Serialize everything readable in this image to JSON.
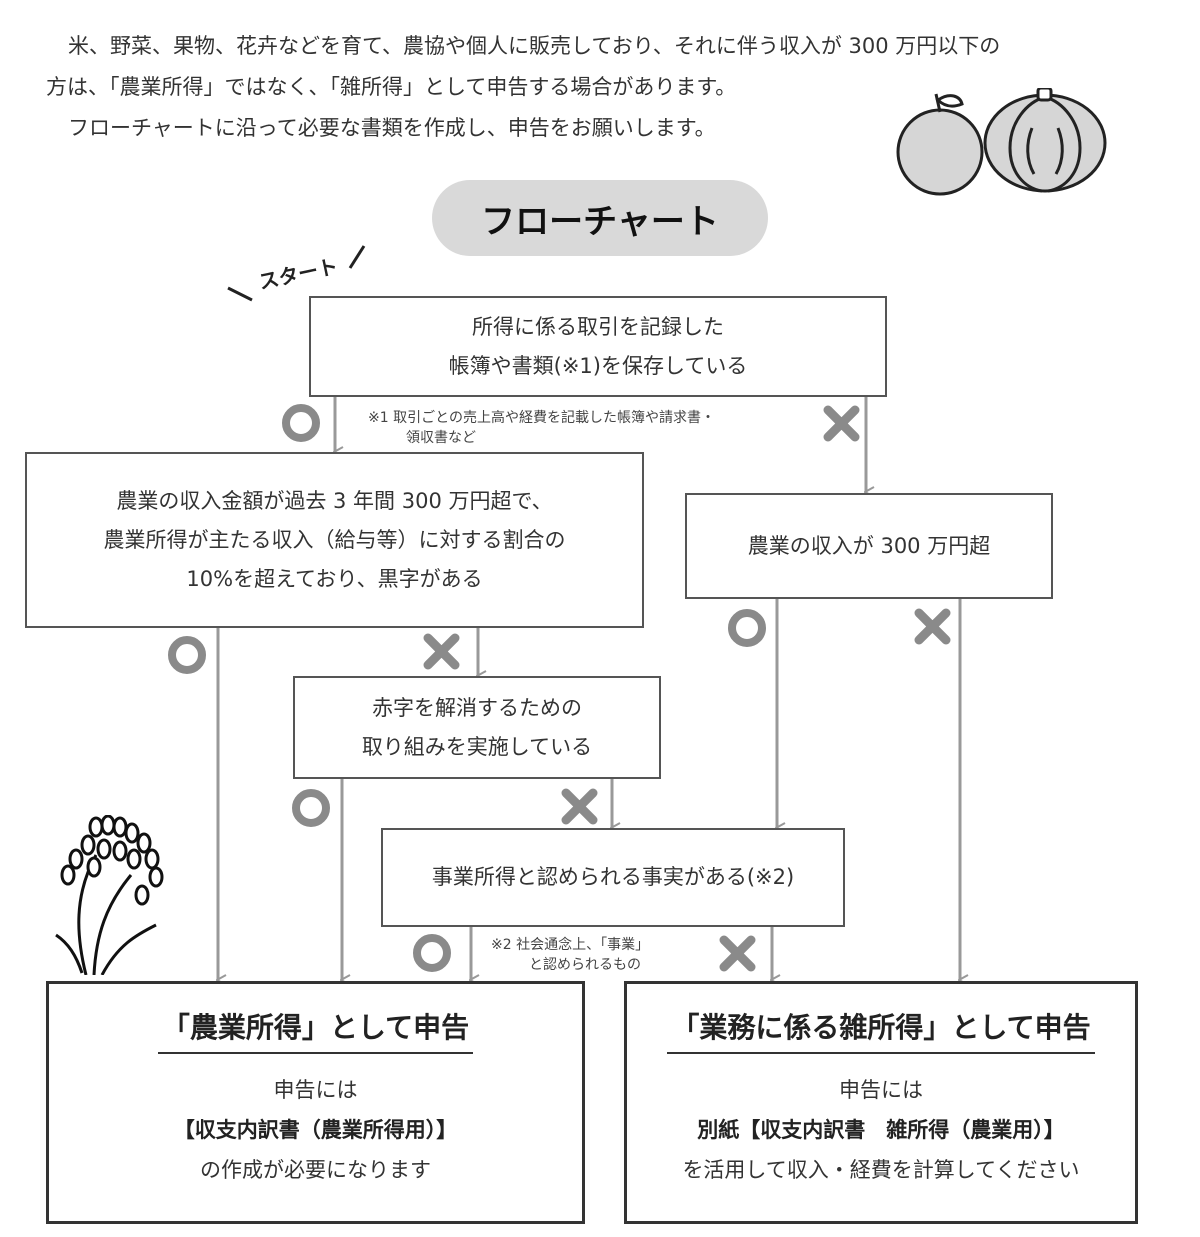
{
  "intro": {
    "line1": "米、野菜、果物、花卉などを育て、農協や個人に販売しており、それに伴う収入が 300 万円以下の",
    "line2": "方は、「農業所得」ではなく、「雑所得」として申告する場合があります。",
    "line3": "フローチャートに沿って必要な書類を作成し、申告をお願いします。"
  },
  "flowchart_title": "フローチャート",
  "start_label": "スタート",
  "marks": {
    "yes": "○",
    "no": "✕"
  },
  "nodes": {
    "q1": {
      "line1": "所得に係る取引を記録した",
      "line2": "帳簿や書類(※1)を保存している"
    },
    "note1": {
      "line1": "※1 取引ごとの売上高や経費を記載した帳簿や請求書・",
      "line2": "領収書など"
    },
    "q2": {
      "line1": "農業の収入金額が過去 3 年間 300 万円超で、",
      "line2": "農業所得が主たる収入（給与等）に対する割合の",
      "line3": "10%を超えており、黒字がある"
    },
    "q3": {
      "line1": "農業の収入が 300 万円超"
    },
    "q4": {
      "line1": "赤字を解消するための",
      "line2": "取り組みを実施している"
    },
    "q5": {
      "line1": "事業所得と認められる事実がある(※2)"
    },
    "note2": {
      "line1": "※2 社会通念上、「事業」",
      "line2": "と認められるもの"
    }
  },
  "results": {
    "agri": {
      "title": "「農業所得」として申告",
      "line1": "申告には",
      "line2": "【収支内訳書（農業所得用）】",
      "line3": "の作成が必要になります"
    },
    "misc": {
      "title": "「業務に係る雑所得」として申告",
      "line1": "申告には",
      "line2": "別紙【収支内訳書　雑所得（農業用）】",
      "line3": "を活用して収入・経費を計算してください"
    }
  },
  "colors": {
    "line": "#999999",
    "yes_mark": "#8a8a8a",
    "no_mark": "#8a8a8a",
    "badge": "#d9d9d9"
  }
}
